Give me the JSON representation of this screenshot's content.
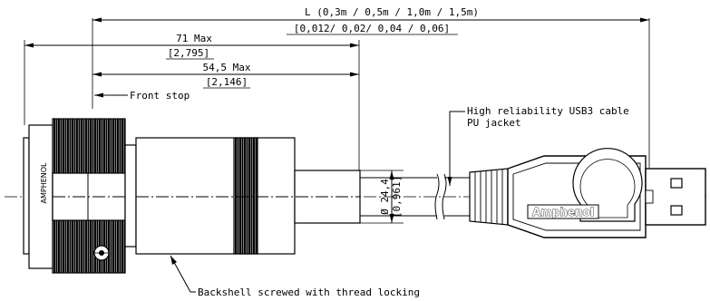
{
  "dimensions": {
    "length": {
      "line1": "L (0,3m / 0,5m / 1,0m / 1,5m)",
      "line2": "[0,012/ 0,02/ 0,04 / 0,06]"
    },
    "max71": {
      "line1": "71 Max",
      "line2": "[2,795]"
    },
    "max54": {
      "line1": "54,5 Max",
      "line2": "[2,146]"
    },
    "diameter": {
      "line1": "Ø 24,4",
      "line2": "[0,961]"
    }
  },
  "callouts": {
    "front_stop": "Front stop",
    "cable_line1": "High reliability USB3 cable",
    "cable_line2": "PU jacket",
    "backshell": "Backshell screwed with thread locking"
  },
  "labels": {
    "nut_brand": "AMPHENOL",
    "usb_logo": "Amphenol"
  }
}
